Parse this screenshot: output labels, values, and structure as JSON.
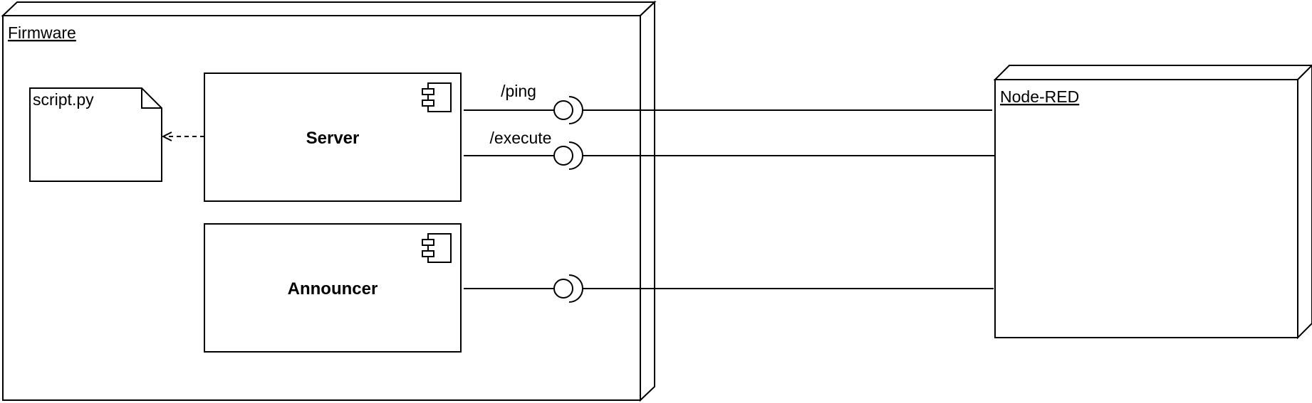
{
  "nodes": {
    "firmware": {
      "label": "Firmware"
    },
    "node_red": {
      "label": "Node-RED"
    }
  },
  "artifact": {
    "label": "script.py"
  },
  "components": {
    "server": {
      "label": "Server"
    },
    "announcer": {
      "label": "Announcer"
    }
  },
  "interfaces": {
    "ping": {
      "label": "/ping"
    },
    "execute": {
      "label": "/execute"
    },
    "announce": {
      "label": ""
    }
  },
  "dependency": {
    "style": "dashed",
    "direction": "server-to-script"
  },
  "colors": {
    "stroke": "#000000",
    "background": "#ffffff"
  }
}
